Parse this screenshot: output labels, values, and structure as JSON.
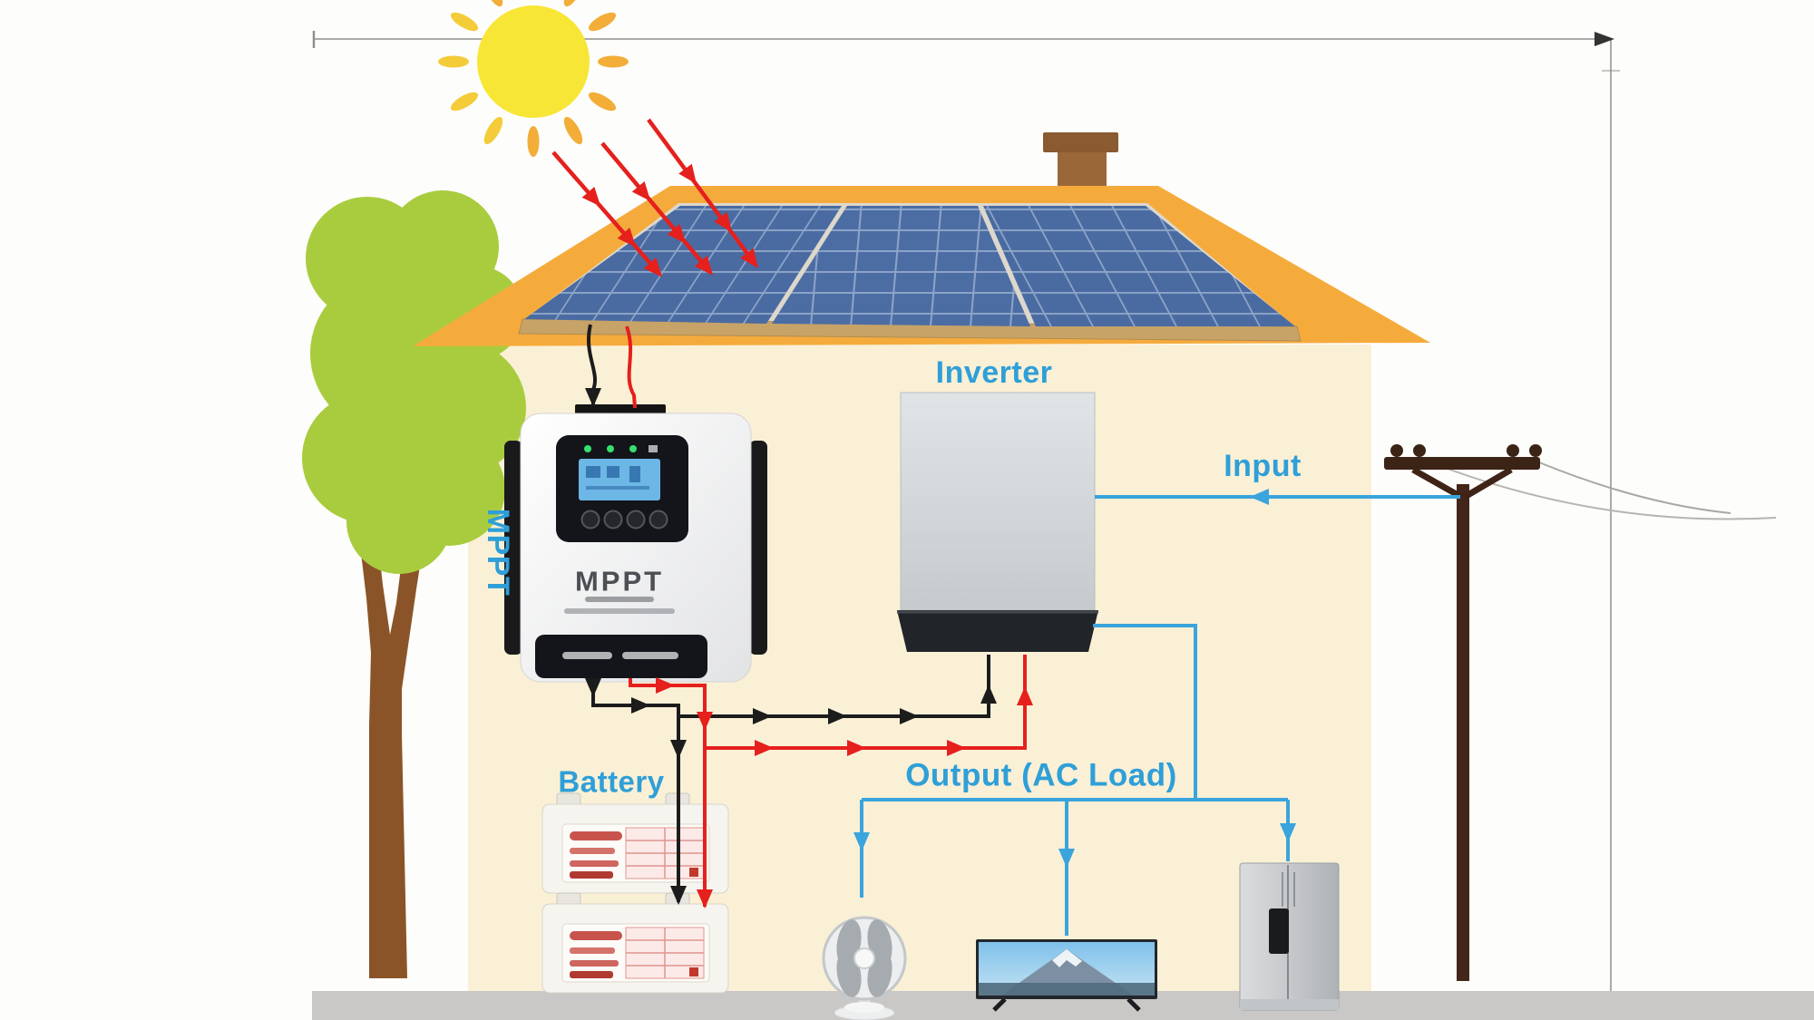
{
  "diagram": {
    "type": "solar-power-system",
    "labels": {
      "mppt_wall": "MPPT",
      "mppt_device": "MPPT",
      "inverter": "Inverter",
      "input": "Input",
      "output": "Output (AC Load)",
      "battery": "Battery"
    },
    "components": [
      "sun",
      "sunlight-rays",
      "tree",
      "house",
      "chimney",
      "solar-panel-array",
      "mppt-charge-controller",
      "inverter",
      "battery-bank",
      "utility-pole",
      "power-grid-lines",
      "fan",
      "television",
      "refrigerator",
      "ground"
    ],
    "connections": [
      {
        "from": "solar-panel-array",
        "to": "mppt-charge-controller",
        "wires": [
          "black",
          "red"
        ]
      },
      {
        "from": "mppt-charge-controller",
        "to": "battery-bank",
        "wires": [
          "black",
          "red"
        ]
      },
      {
        "from": "mppt-charge-controller",
        "to": "inverter",
        "wires": [
          "black",
          "red"
        ]
      },
      {
        "from": "utility-pole",
        "to": "inverter",
        "label": "Input",
        "wires": [
          "blue"
        ]
      },
      {
        "from": "inverter",
        "to": "fan",
        "label": "Output (AC Load)",
        "wires": [
          "blue"
        ]
      },
      {
        "from": "inverter",
        "to": "television",
        "label": "Output (AC Load)",
        "wires": [
          "blue"
        ]
      },
      {
        "from": "inverter",
        "to": "refrigerator",
        "label": "Output (AC Load)",
        "wires": [
          "blue"
        ]
      }
    ],
    "colors": {
      "label_blue": "#2f9fd8",
      "wire_positive": "#e5201d",
      "wire_negative": "#1c1c1c",
      "ac_line_blue": "#3aa4dc",
      "roof_orange": "#f5ab3c",
      "wall_cream": "#faf0d6",
      "panel_blue": "#4a6ba2",
      "sun_yellow": "#f8e637",
      "tree_green": "#a9cc3e",
      "ground_gray": "#c9c8c6"
    }
  }
}
